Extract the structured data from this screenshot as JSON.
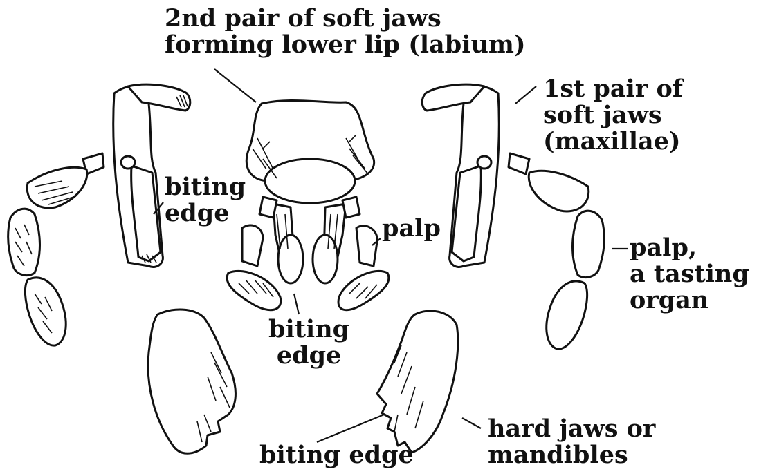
{
  "diagram": {
    "labels": {
      "labium": [
        "2nd pair of soft jaws",
        "forming lower lip (labium)"
      ],
      "maxillae": [
        "1st pair of",
        "soft jaws",
        "(maxillae)"
      ],
      "biting_edge_maxilla": [
        "biting",
        "edge"
      ],
      "palp_center": "palp",
      "palp_right": [
        "palp,",
        "a tasting",
        "organ"
      ],
      "biting_edge_center": [
        "biting",
        "edge"
      ],
      "biting_edge_bottom": "biting edge",
      "mandibles": [
        "hard jaws or",
        "mandibles"
      ]
    }
  }
}
